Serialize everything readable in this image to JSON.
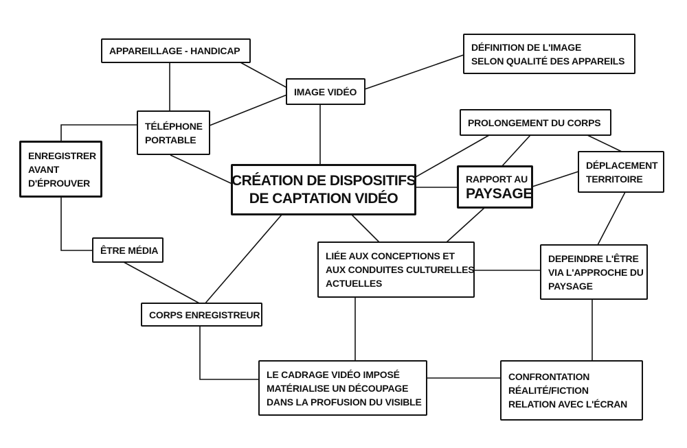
{
  "nodes": {
    "appareillage": {
      "lines": [
        "APPAREILLAGE - HANDICAP"
      ]
    },
    "definition": {
      "lines": [
        "DÉFINITION DE L'IMAGE",
        "SELON QUALITÉ DES APPAREILS"
      ]
    },
    "image_video": {
      "lines": [
        "IMAGE VIDÉO"
      ]
    },
    "telephone": {
      "lines": [
        "TÉLÉPHONE",
        "PORTABLE"
      ]
    },
    "prolongement": {
      "lines": [
        "PROLONGEMENT DU CORPS"
      ]
    },
    "enregistrer": {
      "lines": [
        "ENREGISTRER",
        "AVANT",
        "D'ÉPROUVER"
      ]
    },
    "creation": {
      "lines": [
        "CRÉATION DE DISPOSITIFS",
        "DE CAPTATION VIDÉO"
      ]
    },
    "rapport": {
      "lines": [
        "RAPPORT AU",
        "PAYSAGE"
      ]
    },
    "deplacement": {
      "lines": [
        "DÉPLACEMENT",
        "TERRITOIRE"
      ]
    },
    "etre_media": {
      "lines": [
        "ÊTRE MÉDIA"
      ]
    },
    "liee": {
      "lines": [
        "LIÉE AUX CONCEPTIONS ET",
        "AUX CONDUITES CULTURELLES",
        "ACTUELLES"
      ]
    },
    "depeindre": {
      "lines": [
        "DEPEINDRE L'ÊTRE",
        "VIA L'APPROCHE DU",
        "PAYSAGE"
      ]
    },
    "corps_enregistreur": {
      "lines": [
        "CORPS ENREGISTREUR"
      ]
    },
    "cadrage": {
      "lines": [
        "LE CADRAGE VIDÉO IMPOSÉ",
        "MATÉRIALISE UN DÉCOUPAGE",
        "DANS LA PROFUSION DU VISIBLE"
      ]
    },
    "confrontation": {
      "lines": [
        "CONFRONTATION",
        "RÉALITÉ/FICTION",
        "RELATION AVEC L'ÉCRAN"
      ]
    }
  },
  "colors": {
    "stroke": "#111111",
    "background": "#ffffff"
  }
}
